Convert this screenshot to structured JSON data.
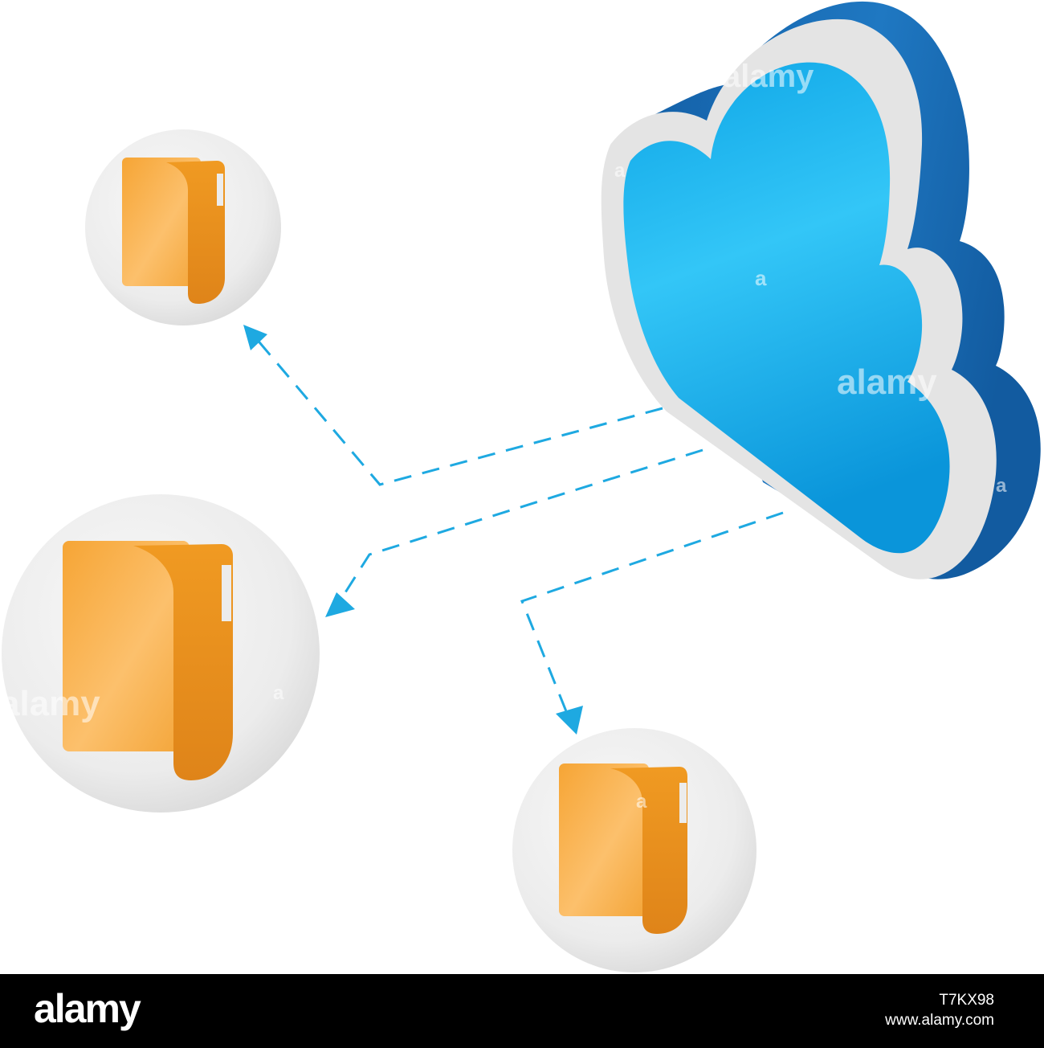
{
  "diagram": {
    "cloud": {
      "name": "cloud-storage"
    },
    "folders": [
      {
        "id": "folder-top-left"
      },
      {
        "id": "folder-middle-left"
      },
      {
        "id": "folder-bottom-center"
      }
    ],
    "colors": {
      "cloud_front": "#12b4ef",
      "cloud_side": "#1570b5",
      "cloud_rim": "#e6e6e6",
      "folder": "#f7ad3d",
      "folder_side": "#e3871c",
      "circle": "#eeeeee",
      "connector": "#1ea9e1"
    }
  },
  "watermarks": [
    "alamy",
    "alamy",
    "alamy",
    "a",
    "a",
    "a",
    "a",
    "a"
  ],
  "footer": {
    "logo": "alamy",
    "image_id": "T7KX98",
    "url": "www.alamy.com"
  }
}
